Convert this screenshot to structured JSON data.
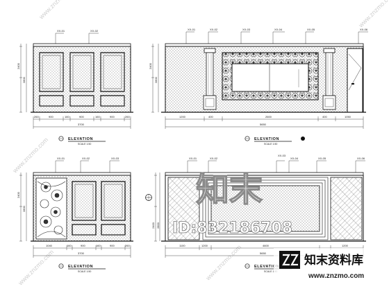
{
  "drawing": {
    "elevations": [
      {
        "title": "ELEVATION",
        "scale": "SCALE 1:50",
        "callouts": [
          "XX-01",
          "XX-02"
        ],
        "left_dims": [
          "2400",
          "2800"
        ],
        "bottom_dims": [
          "260",
          "900",
          "160",
          "900",
          "160",
          "900",
          "260"
        ],
        "total_dim": "3700"
      },
      {
        "title": "ELEVATION",
        "scale": "SCALE 1:50",
        "callouts": [
          "XX-01",
          "XX-02",
          "XX-03",
          "XX-04",
          "XX-05",
          "XX-06"
        ],
        "left_dims": [
          "2400",
          "2800"
        ],
        "bottom_dims": [
          "1200",
          "400",
          "2600",
          "400",
          "1050"
        ],
        "total_dim": "5650"
      },
      {
        "title": "ELEVATION",
        "scale": "SCALE 1:50",
        "callouts": [
          "XX-01",
          "XX-02",
          "XX-03"
        ],
        "left_dims": [
          "2400",
          "2800"
        ],
        "bottom_dims": [
          "1040",
          "160",
          "900",
          "160",
          "900",
          "260"
        ],
        "total_dim": "3700"
      },
      {
        "title": "ELEVATION",
        "scale": "SCALE 1:50",
        "callouts": [
          "XX-01",
          "XX-02",
          "XX-03",
          "XX-04",
          "XX-05",
          "XX-06"
        ],
        "left_dims": [
          "2400",
          "2800"
        ],
        "bottom_dims": [
          "1100",
          "1200",
          "4600",
          "1200"
        ],
        "total_dim": "5650"
      }
    ]
  },
  "watermark": {
    "center_cn": "知末",
    "id_text": "ID:832186708",
    "corner_cn": "知末资料库",
    "corner_url": "www.znzmo.com",
    "diagonal_text": "www.znzmo.com"
  }
}
